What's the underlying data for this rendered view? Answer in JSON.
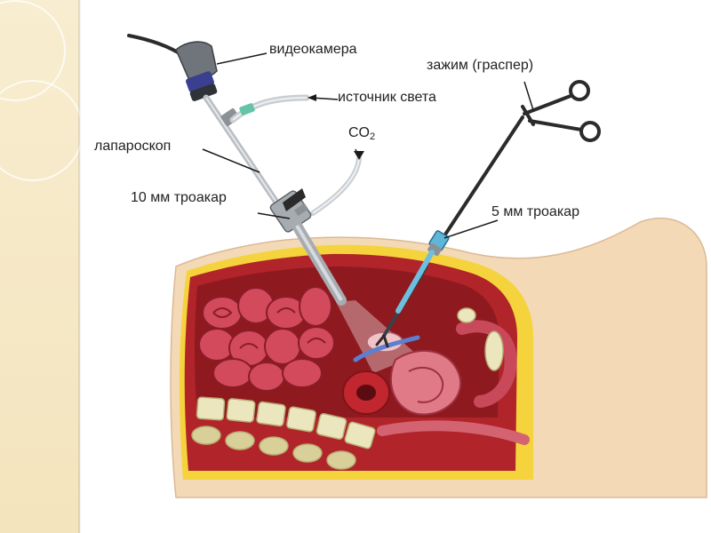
{
  "labels": {
    "camera": "видеокамера",
    "light_source": "источник света",
    "co2_main": "CO",
    "co2_sub": "2",
    "laparoscope": "лапароскоп",
    "trocar_10mm": "10 мм троакар",
    "grasper": "зажим (граспер)",
    "trocar_5mm": "5 мм троакар"
  },
  "colors": {
    "panel": "#f6e8c6",
    "skin": "#f3d9b6",
    "fat": "#f5d33c",
    "muscle": "#b0242a",
    "cavity": "#8e1a20",
    "intestine": "#d24a5b",
    "spine": "#e9e3b8",
    "instrument": "#9aa0a6",
    "cable": "#2b2b2b"
  }
}
